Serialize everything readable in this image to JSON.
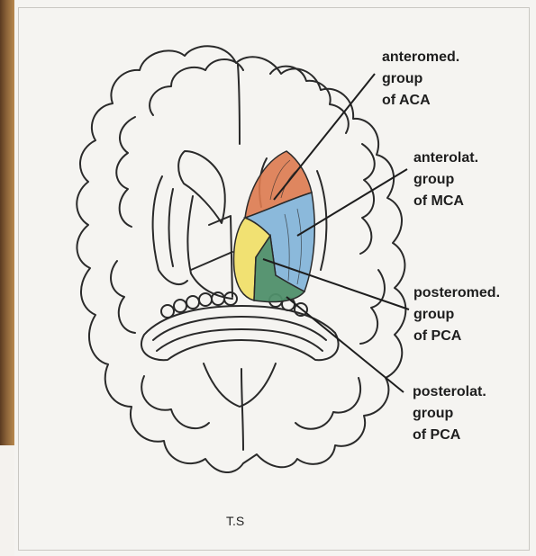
{
  "labels": {
    "aca": {
      "line1": "anteromed.",
      "line2": "group",
      "line3": "of ACA"
    },
    "mca": {
      "line1": "anterolat.",
      "line2": "group",
      "line3": "of MCA"
    },
    "pca_med": {
      "line1": "posteromed.",
      "line2": "group",
      "line3": "of PCA"
    },
    "pca_lat": {
      "line1": "posterolat.",
      "line2": "group",
      "line3": "of PCA"
    }
  },
  "caption": "T.S",
  "colors": {
    "aca_region": "#dd7a4f",
    "mca_region": "#7fb2d8",
    "pca_med_region": "#f0df6a",
    "pca_lat_region": "#4f8f6a",
    "outline": "#2a2a2a"
  }
}
